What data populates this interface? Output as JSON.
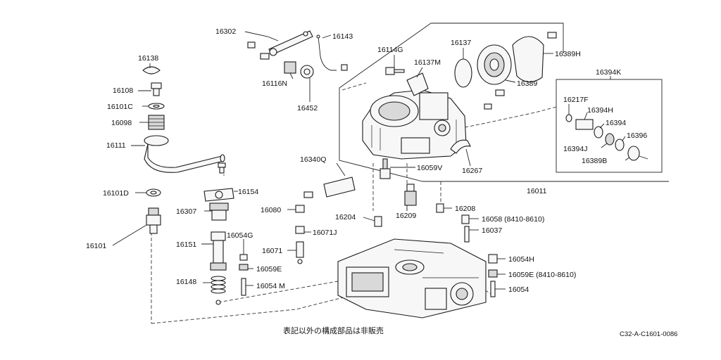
{
  "labels": [
    "16302",
    "16143",
    "16114G",
    "16137",
    "16389H",
    "16137M",
    "16389",
    "16138",
    "16108",
    "16101C",
    "16098",
    "16111",
    "16101D",
    "16101",
    "16116N",
    "16452",
    "16394K",
    "16217F",
    "16394H",
    "16394",
    "16396",
    "16394J",
    "16389B",
    "16340Q",
    "16059V",
    "16267",
    "16011",
    "16154",
    "16307",
    "16080",
    "16204",
    "16209",
    "16208",
    "16058 (8410-8610)",
    "16037",
    "16071J",
    "16071",
    "16054G",
    "16151",
    "16059E",
    "16148",
    "16054 M",
    "16054H",
    "16059E (8410-8610)",
    "16054"
  ],
  "footer": {
    "note": "表記以外の構成部品は非販売",
    "code": "C32-A-C1601-0086"
  }
}
